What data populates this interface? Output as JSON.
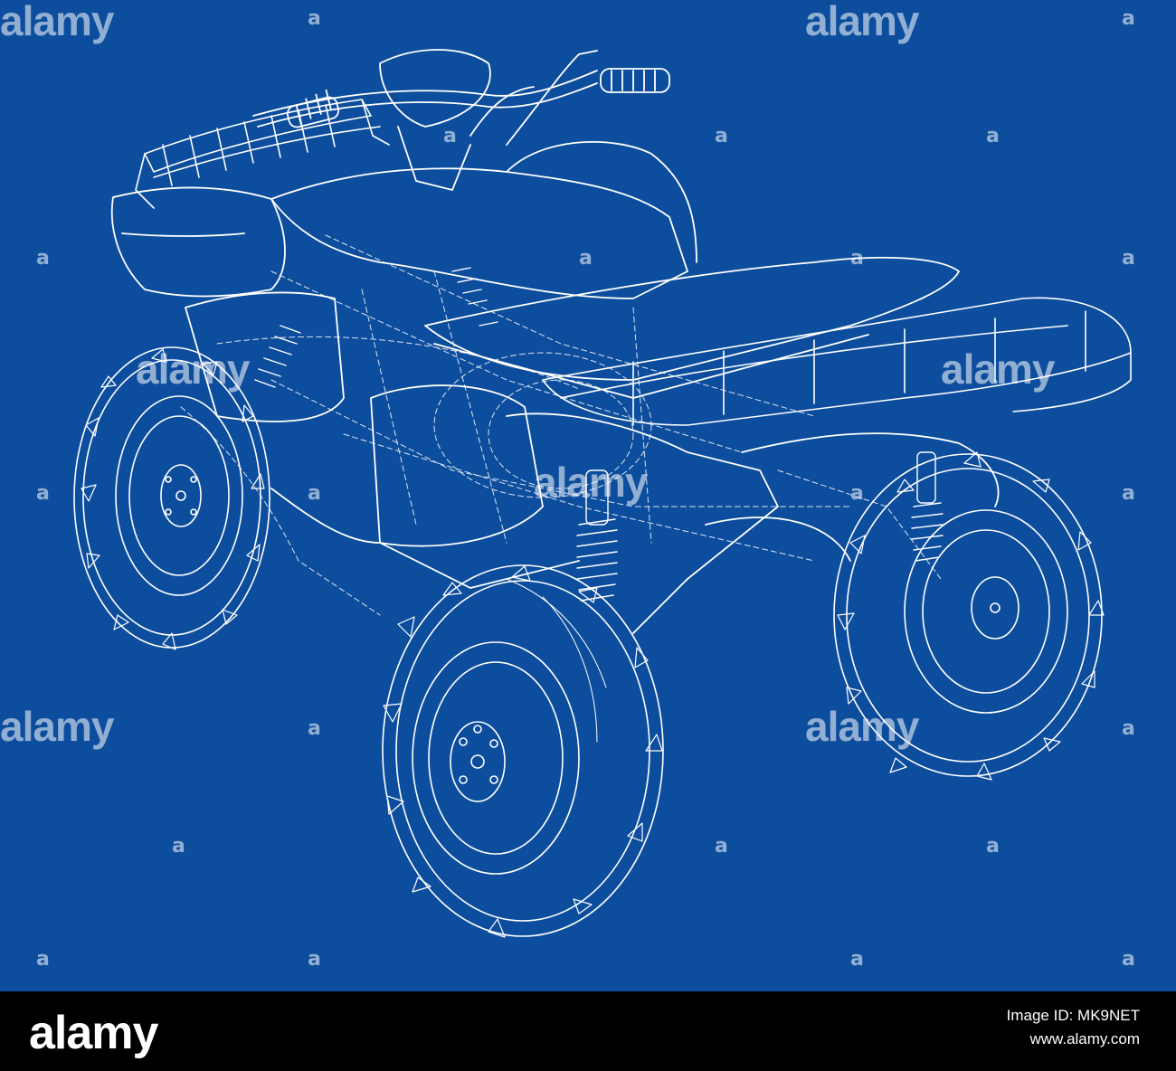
{
  "image": {
    "subject": "atv-quad-bike-wireframe",
    "background_color": "#0d4d9d",
    "line_color": "#ffffff"
  },
  "watermark": {
    "text": "alamy",
    "short_text": "a"
  },
  "footer": {
    "logo_text": "alamy",
    "image_id": "Image ID: MK9NET",
    "site": "www.alamy.com",
    "background_color": "#000000"
  }
}
